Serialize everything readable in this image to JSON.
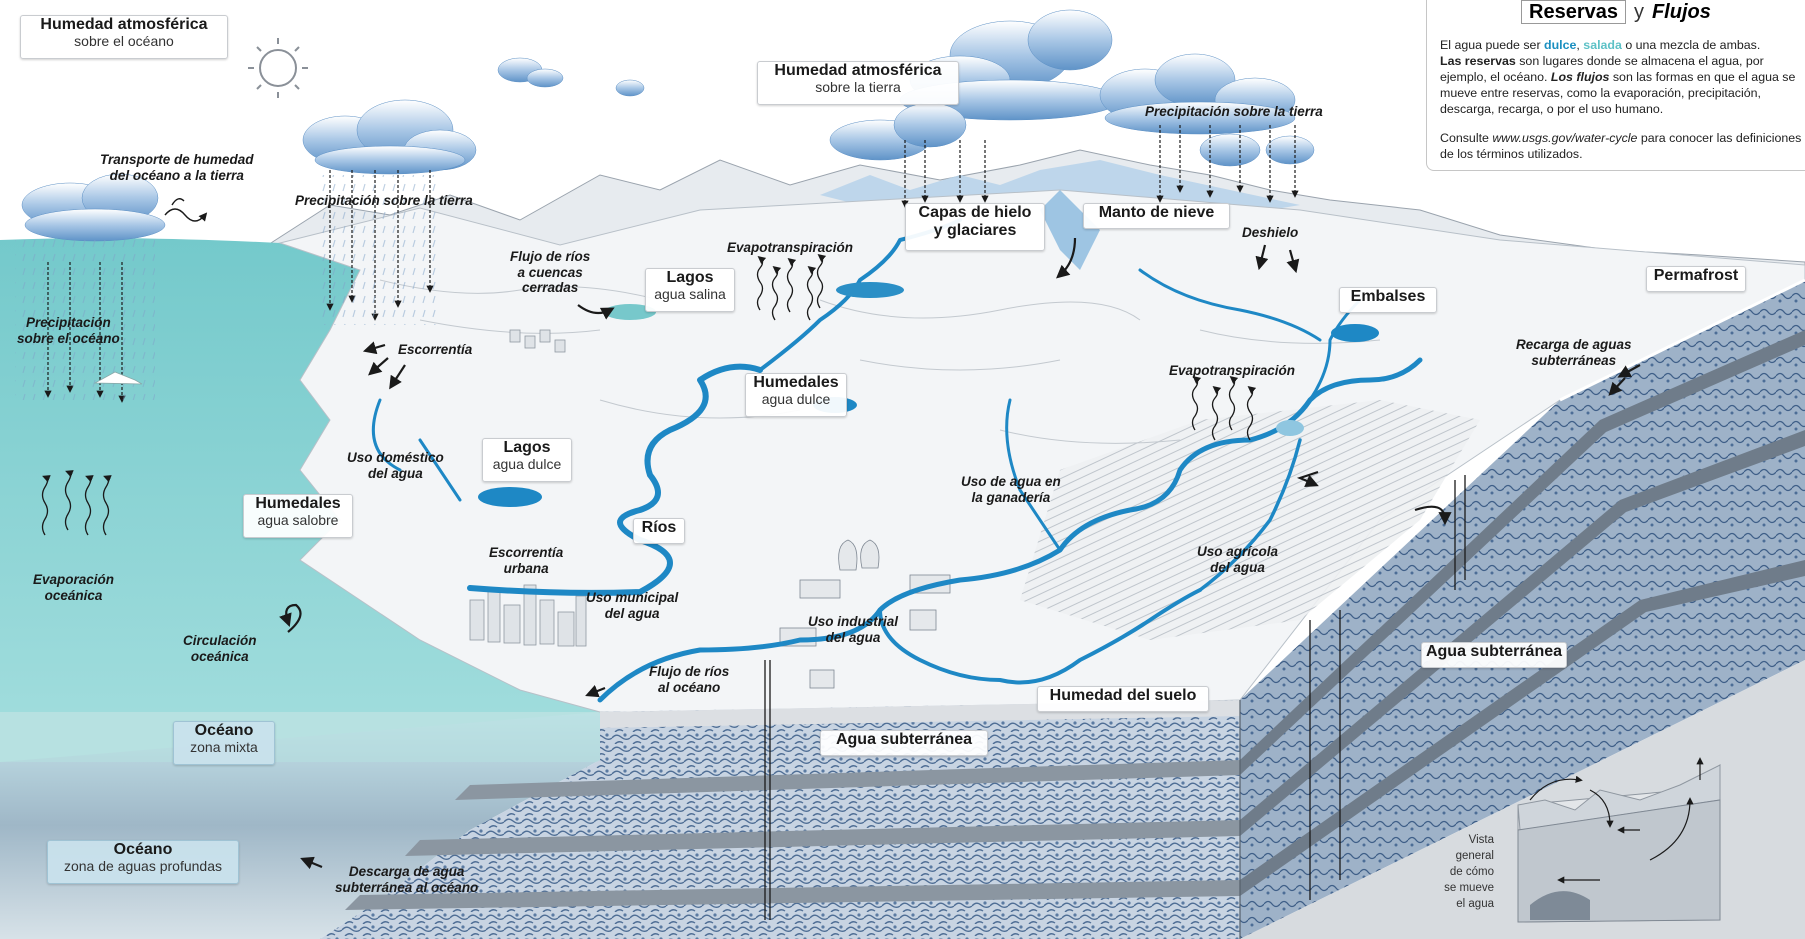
{
  "legend": {
    "title_reservas": "Reservas",
    "title_y": "y",
    "title_flujos": "Flujos",
    "line1_prefix": "El agua puede ser ",
    "line1_dulce": "dulce",
    "line1_sep": ", ",
    "line1_salada": "salada",
    "line1_suffix": " o una mezcla de ambas.",
    "reservas_bold": "Las reservas",
    "reservas_text": " son lugares donde se almacena el agua, por ejemplo, el océano. ",
    "flujos_bold": "Los flujos",
    "flujos_text": " son las formas en que el agua se mueve entre reservas, como la evaporación, precipitación, descarga, recarga, o por el uso humano.",
    "consult_prefix": "Consulte ",
    "consult_url": "www.usgs.gov/water-cycle",
    "consult_suffix": " para conocer las definiciones de los términos utilizados.",
    "colors": {
      "dulce": "#1a8fc0",
      "salada": "#5cc1c6"
    }
  },
  "reservoirs": {
    "humedad_oceano_title": "Humedad atmosférica",
    "humedad_oceano_sub": "sobre el océano",
    "humedad_tierra_title": "Humedad atmosférica",
    "humedad_tierra_sub": "sobre la tierra",
    "capas_hielo_line1": "Capas de hielo",
    "capas_hielo_line2": "y glaciares",
    "manto_nieve": "Manto de nieve",
    "lagos_salina_title": "Lagos",
    "lagos_salina_sub": "agua salina",
    "humedales_dulce_title": "Humedales",
    "humedales_dulce_sub": "agua dulce",
    "lagos_dulce_title": "Lagos",
    "lagos_dulce_sub": "agua dulce",
    "humedales_salobre_title": "Humedales",
    "humedales_salobre_sub": "agua salobre",
    "rios": "Ríos",
    "embalses": "Embalses",
    "permafrost": "Permafrost",
    "agua_subterranea_right": "Agua subterránea",
    "humedad_suelo": "Humedad del suelo",
    "agua_subterranea_center": "Agua subterránea",
    "oceano_mixta_title": "Océano",
    "oceano_mixta_sub": "zona mixta",
    "oceano_profunda_title": "Océano",
    "oceano_profunda_sub": "zona de aguas profundas"
  },
  "fluxes": {
    "transporte": [
      "Transporte de humedad",
      "del océano a la tierra"
    ],
    "precip_tierra_left": [
      "Precipitación sobre la tierra"
    ],
    "precip_oceano": [
      "Precipitación",
      "sobre el océano"
    ],
    "flujo_cuencas": [
      "Flujo de ríos",
      "a cuencas",
      "cerradas"
    ],
    "evapo_center": [
      "Evapotranspiración"
    ],
    "escorrentia": [
      "Escorrentía"
    ],
    "precip_tierra_right": [
      "Precipitación sobre la tierra"
    ],
    "deshielo": [
      "Deshielo"
    ],
    "recarga": [
      "Recarga de aguas",
      "subterráneas"
    ],
    "evapo_right": [
      "Evapotranspiración"
    ],
    "uso_domestico": [
      "Uso doméstico",
      "del agua"
    ],
    "uso_ganaderia": [
      "Uso de agua en",
      "la ganadería"
    ],
    "uso_agricola": [
      "Uso agrícola",
      "del agua"
    ],
    "evaporacion_oceanica": [
      "Evaporación",
      "oceánica"
    ],
    "escorrentia_urbana": [
      "Escorrentía",
      "urbana"
    ],
    "uso_municipal": [
      "Uso municipal",
      "del agua"
    ],
    "uso_industrial": [
      "Uso industrial",
      "del agua"
    ],
    "circulacion": [
      "Circulación",
      "oceánica"
    ],
    "flujo_oceano": [
      "Flujo de ríos",
      "al océano"
    ],
    "descarga": [
      "Descarga de agua",
      "subterránea al océano"
    ]
  },
  "overview": {
    "lines": [
      "Vista general",
      "de cómo",
      "se mueve",
      "el agua"
    ]
  },
  "colors": {
    "ocean": "#8ed3d4",
    "ocean_deep": "#b9cdd8",
    "river": "#1e88c5",
    "land": "#f4f6f7",
    "rock": "#7f96b0",
    "sky": "#ffffff",
    "cloud": "#7aa8d4"
  }
}
